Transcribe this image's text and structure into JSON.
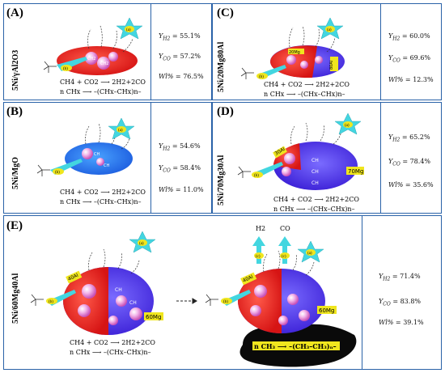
{
  "panels": {
    "A": {
      "label": "(A)",
      "catalyst": "5Ni/γAl2O3",
      "y_h2": "55.1%",
      "y_co": "57.2%",
      "wl": "76.5%"
    },
    "B": {
      "label": "(B)",
      "catalyst": "5Ni/MgO",
      "y_h2": "54.6%",
      "y_co": "58.4%",
      "wl": "11.0%"
    },
    "C": {
      "label": "(C)",
      "catalyst": "5Ni/20Mg80Al",
      "y_h2": "60.0%",
      "y_co": "69.6%",
      "wl": "12.3%"
    },
    "D": {
      "label": "(D)",
      "catalyst": "5Ni/70Mg30Al",
      "y_h2": "65.2%",
      "y_co": "78.4%",
      "wl": "35.6%"
    },
    "E": {
      "label": "(E)",
      "catalyst": "5Ni/60Mg40Al",
      "y_h2": "71.4%",
      "y_co": "83.8%",
      "wl": "39.1%"
    }
  },
  "stat_labels": {
    "y_h2": "Y",
    "h2_sub": "H2",
    "y_co": "Y",
    "co_sub": "CO",
    "wl": "Wl%"
  },
  "reactions": {
    "drm": "CH4 + CO2 ⟶ 2H2+2CO",
    "poly": "n CHx ⟶ –(CHx–CHx)n–"
  },
  "site_labels": {
    "a": "(a)",
    "b": "(b)",
    "c": "(c)",
    "ch": "CH",
    "ch2": "CH2"
  },
  "support_labels": {
    "c_al": "80Al",
    "c_mg": "20Mg",
    "d_al": "30Al",
    "d_mg": "70Mg",
    "e_al": "40Al",
    "e_mg": "60Mg"
  },
  "gas_labels": {
    "h2": "H2",
    "co": "CO"
  },
  "coke_label": "n CH₃ ⟶ –(CH₃–CH₃)ₙ–",
  "colors": {
    "border": "#2a62a8",
    "alumina": "#e8231f",
    "magnesia": "#5a3cf0",
    "mgo_blue": "#1e78e0",
    "cyan": "#43d6e0",
    "yellow": "#f0e61e",
    "pink": "#e88ad8"
  }
}
